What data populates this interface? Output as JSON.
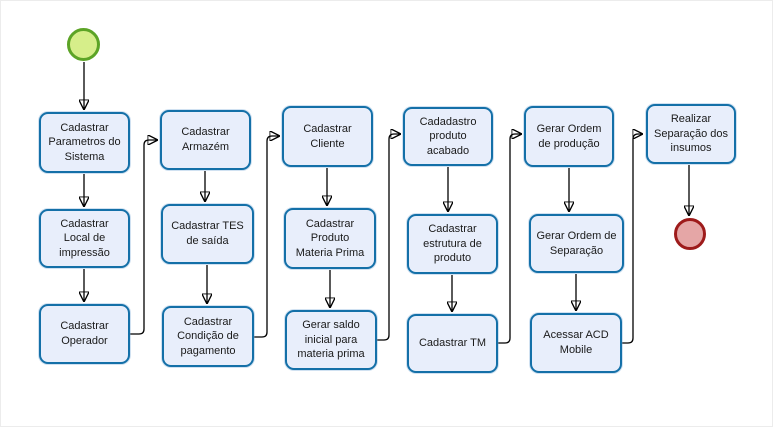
{
  "diagram": {
    "kind": "process-flowchart",
    "language": "pt-BR"
  },
  "colors": {
    "task_fill": "#e8eefb",
    "task_border": "#1470a8",
    "start_event_fill": "#d6ee8a",
    "start_event_border": "#5ca426",
    "end_event_fill": "#e5a6a6",
    "end_event_border": "#9e1b1b",
    "connector": "#000000",
    "background": "#ffffff"
  },
  "events": {
    "start": {
      "shape": "circle",
      "name": "start-event"
    },
    "end": {
      "shape": "circle",
      "name": "end-event"
    }
  },
  "nodes": [
    {
      "id": "cadastrar-parametros-sistema",
      "label": "Cadastrar\nParametros do\nSistema"
    },
    {
      "id": "cadastrar-local-impressao",
      "label": "Cadastrar\nLocal de\nimpressão"
    },
    {
      "id": "cadastrar-operador",
      "label": "Cadastrar\nOperador"
    },
    {
      "id": "cadastrar-armazem",
      "label": "Cadastrar\nArmazém"
    },
    {
      "id": "cadastrar-tes-saida",
      "label": "Cadastrar TES\nde saída"
    },
    {
      "id": "cadastrar-condicao-pagamento",
      "label": "Cadastrar\nCondição de\npagamento"
    },
    {
      "id": "cadastrar-cliente",
      "label": "Cadastrar\nCliente"
    },
    {
      "id": "cadastrar-produto-materia-prima",
      "label": "Cadastrar\nProduto\nMateria Prima"
    },
    {
      "id": "gerar-saldo-inicial-materia-prima",
      "label": "Gerar saldo\ninicial para\nmateria prima"
    },
    {
      "id": "cadastro-produto-acabado",
      "label": "Cadadastro\nproduto\nacabado"
    },
    {
      "id": "cadastrar-estrutura-produto",
      "label": "Cadastrar\nestrutura de\nproduto"
    },
    {
      "id": "cadastrar-tm",
      "label": "Cadastrar TM"
    },
    {
      "id": "gerar-ordem-producao",
      "label": "Gerar Ordem\nde produção"
    },
    {
      "id": "gerar-ordem-separacao",
      "label": "Gerar Ordem de\nSeparação"
    },
    {
      "id": "acessar-acd-mobile",
      "label": "Acessar ACD\nMobile"
    },
    {
      "id": "realizar-separacao-insumos",
      "label": "Realizar\nSeparação dos\ninsumos"
    }
  ],
  "edges": [
    {
      "from": "start-event",
      "to": "cadastrar-parametros-sistema"
    },
    {
      "from": "cadastrar-parametros-sistema",
      "to": "cadastrar-local-impressao"
    },
    {
      "from": "cadastrar-local-impressao",
      "to": "cadastrar-operador"
    },
    {
      "from": "cadastrar-operador",
      "to": "cadastrar-armazem"
    },
    {
      "from": "cadastrar-armazem",
      "to": "cadastrar-tes-saida"
    },
    {
      "from": "cadastrar-tes-saida",
      "to": "cadastrar-condicao-pagamento"
    },
    {
      "from": "cadastrar-condicao-pagamento",
      "to": "cadastrar-cliente"
    },
    {
      "from": "cadastrar-cliente",
      "to": "cadastrar-produto-materia-prima"
    },
    {
      "from": "cadastrar-produto-materia-prima",
      "to": "gerar-saldo-inicial-materia-prima"
    },
    {
      "from": "gerar-saldo-inicial-materia-prima",
      "to": "cadastro-produto-acabado"
    },
    {
      "from": "cadastro-produto-acabado",
      "to": "cadastrar-estrutura-produto"
    },
    {
      "from": "cadastrar-estrutura-produto",
      "to": "cadastrar-tm"
    },
    {
      "from": "cadastrar-tm",
      "to": "gerar-ordem-producao"
    },
    {
      "from": "gerar-ordem-producao",
      "to": "gerar-ordem-separacao"
    },
    {
      "from": "gerar-ordem-separacao",
      "to": "acessar-acd-mobile"
    },
    {
      "from": "acessar-acd-mobile",
      "to": "realizar-separacao-insumos"
    },
    {
      "from": "realizar-separacao-insumos",
      "to": "end-event"
    }
  ]
}
